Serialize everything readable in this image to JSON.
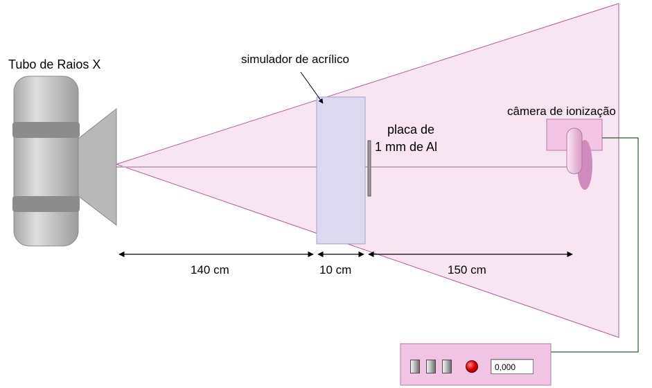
{
  "labels": {
    "tube": "Tubo de Raios X",
    "simulator": "simulador de acrílico",
    "plate_line1": "placa de",
    "plate_line2": "1 mm de Al",
    "chamber": "câmera de ionização"
  },
  "distances": {
    "tube_to_simulator": "140 cm",
    "simulator_thickness": "10 cm",
    "simulator_to_chamber": "150 cm"
  },
  "meter": {
    "reading": "0,000",
    "buttons": [
      "button",
      "button",
      "button"
    ],
    "indicator": "red-led"
  },
  "colors": {
    "beam": "#f7e6f2",
    "beam_edge": "#b25c9a",
    "simulator": "#dcd8f0",
    "tube": "#c6c6c6",
    "tube_band": "#8c8c8c",
    "chamber_box": "#f2c4e4",
    "chamber_probe": "#f5cfe9",
    "meter_panel": "#f2c4e4",
    "led": "#e00000"
  }
}
